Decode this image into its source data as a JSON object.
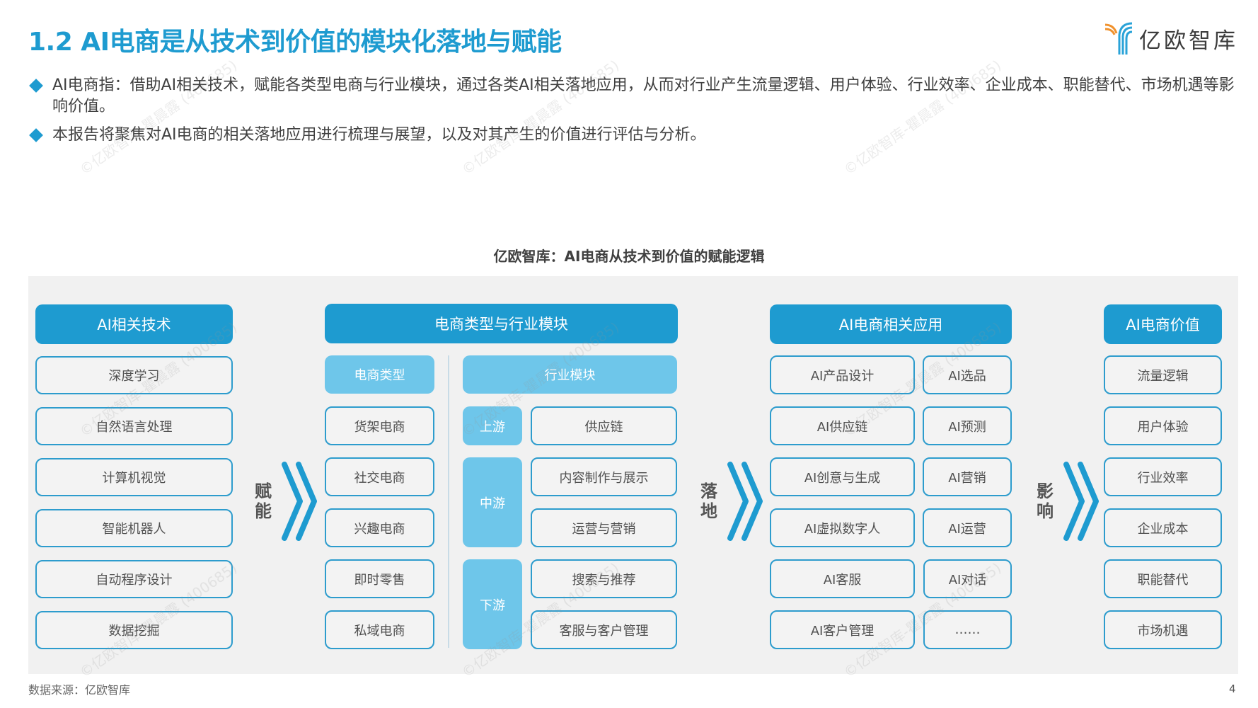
{
  "header": {
    "title": "1.2 AI电商是从技术到价值的模块化落地与赋能",
    "logo_text": "亿欧智库",
    "logo_icon": "yiou-logo-icon"
  },
  "bullets": [
    "AI电商指：借助AI相关技术，赋能各类型电商与行业模块，通过各类AI相关落地应用，从而对行业产生流量逻辑、用户体验、行业效率、企业成本、职能替代、市场机遇等影响价值。",
    "本报告将聚焦对AI电商的相关落地应用进行梳理与展望，以及对其产生的价值进行评估与分析。"
  ],
  "diagram": {
    "title": "亿欧智库：AI电商从技术到价值的赋能逻辑",
    "tech": {
      "header": "AI相关技术",
      "items": [
        "深度学习",
        "自然语言处理",
        "计算机视觉",
        "智能机器人",
        "自动程序设计",
        "数据挖掘"
      ]
    },
    "flow1": {
      "label_1": "赋",
      "label_2": "能",
      "icon": "double-chevron-right-icon"
    },
    "modules": {
      "header": "电商类型与行业模块",
      "types_header": "电商类型",
      "types": [
        "货架电商",
        "社交电商",
        "兴趣电商",
        "即时零售",
        "私域电商"
      ],
      "industry_header": "行业模块",
      "stages": [
        {
          "label": "上游",
          "items": [
            "供应链"
          ]
        },
        {
          "label": "中游",
          "items": [
            "内容制作与展示",
            "运营与营销"
          ]
        },
        {
          "label": "下游",
          "items": [
            "搜索与推荐",
            "客服与客户管理"
          ]
        }
      ]
    },
    "flow2": {
      "label_1": "落",
      "label_2": "地",
      "icon": "double-chevron-right-icon"
    },
    "applications": {
      "header": "AI电商相关应用",
      "left": [
        "AI产品设计",
        "AI供应链",
        "AI创意与生成",
        "AI虚拟数字人",
        "AI客服",
        "AI客户管理"
      ],
      "right": [
        "AI选品",
        "AI预测",
        "AI营销",
        "AI运营",
        "AI对话",
        "……"
      ]
    },
    "flow3": {
      "label_1": "影",
      "label_2": "响",
      "icon": "double-chevron-right-icon"
    },
    "value": {
      "header": "AI电商价值",
      "items": [
        "流量逻辑",
        "用户体验",
        "行业效率",
        "企业成本",
        "职能替代",
        "市场机遇"
      ]
    }
  },
  "footer": {
    "source": "数据来源：亿欧智库",
    "page_number": "4"
  },
  "watermark": "©亿欧智库-瞿晨露 (400685)",
  "colors": {
    "primary": "#1e9bd0",
    "light": "#6ec6ea",
    "panel_bg": "#f1f1f1",
    "logo_orange": "#f0922e"
  }
}
